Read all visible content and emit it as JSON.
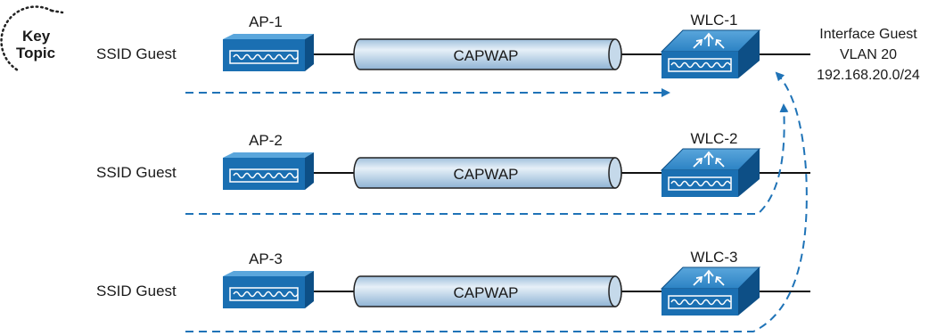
{
  "key_topic": {
    "line1": "Key",
    "line2": "Topic"
  },
  "rows": [
    {
      "ssid": "SSID Guest",
      "ap": "AP-1",
      "tunnel": "CAPWAP",
      "wlc": "WLC-1"
    },
    {
      "ssid": "SSID Guest",
      "ap": "AP-2",
      "tunnel": "CAPWAP",
      "wlc": "WLC-2"
    },
    {
      "ssid": "SSID Guest",
      "ap": "AP-3",
      "tunnel": "CAPWAP",
      "wlc": "WLC-3"
    }
  ],
  "interface_label": {
    "line1": "Interface Guest",
    "line2": "VLAN 20",
    "line3": "192.168.20.0/24"
  },
  "colors": {
    "device_blue": "#1a6fb2",
    "device_dark": "#0d4f86",
    "device_light": "#4a98d0",
    "tunnel_light": "#dce9f4",
    "tunnel_mid": "#a9c6df",
    "dashed_arrow": "#1f73b7",
    "line": "#111111"
  }
}
